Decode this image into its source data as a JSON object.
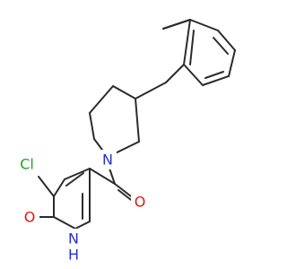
{
  "atoms": {
    "chlorine": "Cl",
    "hydroxyl_oxygen": "O",
    "ring_nh": "N",
    "ring_nh_h": "H",
    "amide_n": "N",
    "carbonyl_o": "O"
  },
  "colors": {
    "bond": "#2b2b2b",
    "oxygen": "#e8140c",
    "nitrogen": "#2232c8",
    "chlorine": "#21a021"
  }
}
